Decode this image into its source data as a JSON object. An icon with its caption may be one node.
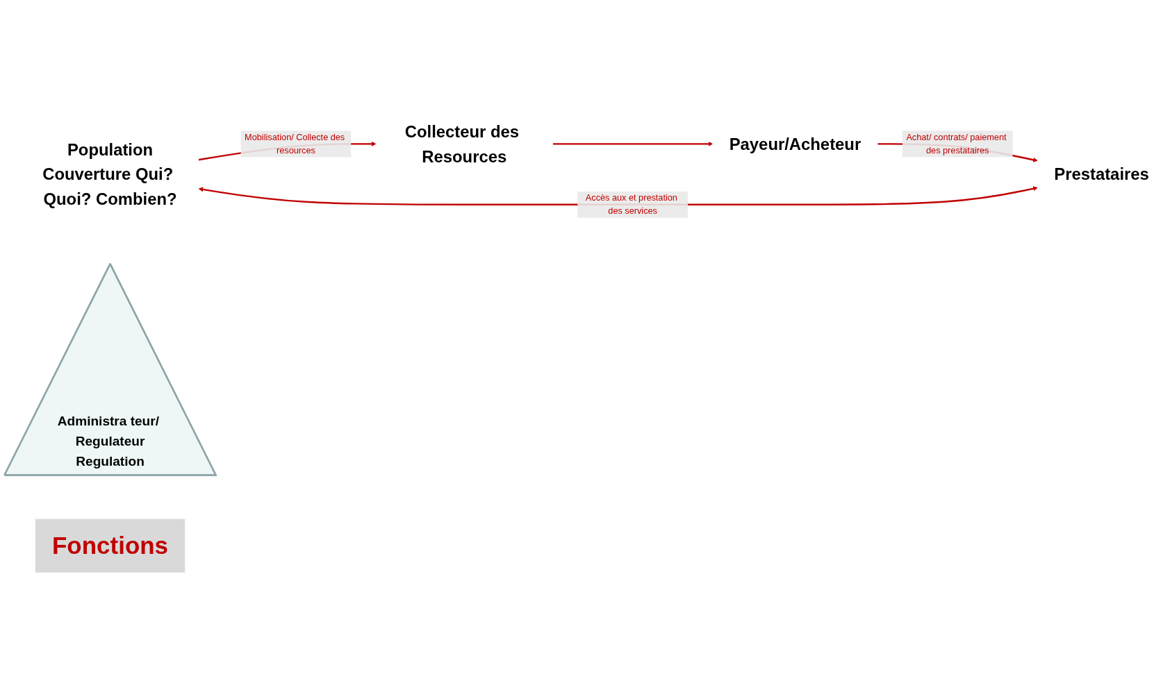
{
  "diagram": {
    "nodes": [
      {
        "text": [
          "Collecteur des Resources"
        ]
      },
      {
        "text": [
          "Payeur/Acheteur"
        ]
      },
      {
        "text": [
          "Population",
          "Couverture Qui? Quoi? Combien?"
        ]
      },
      {
        "text": [
          "Prestataires"
        ]
      },
      {
        "text": [
          "Administra teur/ Regulateur",
          "Regulation"
        ]
      },
      {
        "text": [
          "Fonctions"
        ]
      }
    ],
    "edges": [
      {
        "from": 2,
        "to": 0,
        "arrow": "to",
        "label": "Mobilisation/ Collecte des resources"
      },
      {
        "from": 0,
        "to": 1,
        "arrow": "to"
      },
      {
        "from": 1,
        "to": 3,
        "arrow": "to",
        "label": "Achat/ contrats/ paiement des prestataires"
      },
      {
        "from": 2,
        "to": 3,
        "arrow": "both",
        "label": "Accès aux et prestation des services"
      }
    ]
  }
}
